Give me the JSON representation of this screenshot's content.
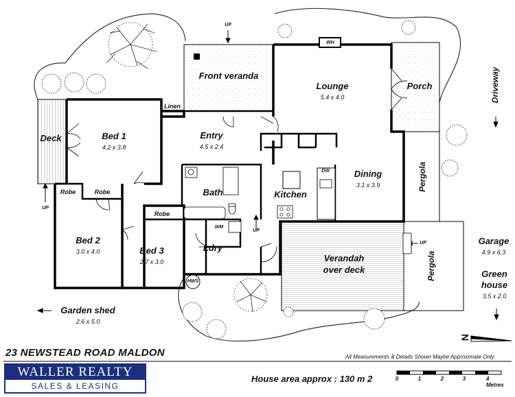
{
  "rooms": {
    "front_veranda": {
      "name": "Front veranda"
    },
    "lounge": {
      "name": "Lounge",
      "size": "5.4 x 4.0"
    },
    "porch": {
      "name": "Porch"
    },
    "deck": {
      "name": "Deck"
    },
    "bed1": {
      "name": "Bed 1",
      "size": "4.2 x 3.8"
    },
    "linen": {
      "name": "Linen"
    },
    "entry": {
      "name": "Entry",
      "size": "4.5 x 2.4"
    },
    "dining": {
      "name": "Dining",
      "size": "3.1 x 3.9"
    },
    "pergola_top": {
      "name": "Pergola"
    },
    "robe1": {
      "name": "Robe"
    },
    "robe2": {
      "name": "Robe"
    },
    "robe3": {
      "name": "Robe"
    },
    "bath": {
      "name": "Bath"
    },
    "kitchen": {
      "name": "Kitchen"
    },
    "bed2": {
      "name": "Bed 2",
      "size": "3.0 x 4.0"
    },
    "bed3": {
      "name": "Bed 3",
      "size": "2.7 x 3.0"
    },
    "ldry": {
      "name": "Ldry"
    },
    "verandah": {
      "name": "Verandah",
      "name2": "over deck"
    },
    "pergola_bottom": {
      "name": "Pergola"
    },
    "garage": {
      "name": "Garage",
      "size": "4.9 x 6.3"
    },
    "green_house": {
      "name": "Green",
      "name2": "house",
      "size": "3.5 x 2.0"
    },
    "garden_shed": {
      "name": "Garden shed",
      "size": "2.6 x 5.0"
    }
  },
  "fixtures": {
    "wh": "WH",
    "dw": "DW",
    "wm": "WM",
    "hws": "HWS",
    "up1": "UP",
    "up2": "UP",
    "up3": "UP",
    "up4": "UP"
  },
  "driveway": "Driveway",
  "compass": "N",
  "footer": {
    "address": "23 NEWSTEAD ROAD MALDON",
    "disclaimer": "All Measurements & Details Shown Maybe Approximate Only.",
    "area": "House area approx : 130 m 2",
    "logo_top": "WALLER REALTY",
    "logo_bottom": "SALES & LEASING",
    "scale": [
      "0",
      "1",
      "2",
      "3",
      "4 Metres"
    ]
  },
  "colors": {
    "brand": "#1c2e7d",
    "wall": "#000000"
  }
}
